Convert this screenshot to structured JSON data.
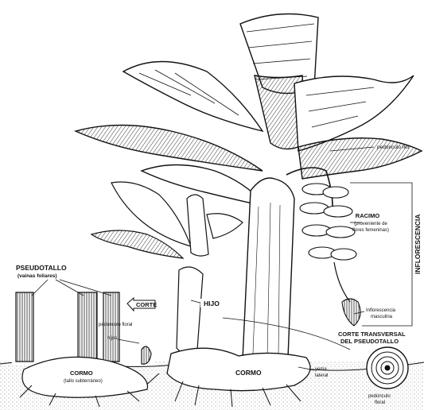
{
  "labels": {
    "pedunculo_flor": "pedúnculo flor",
    "racimo_line1": "RACIMO",
    "racimo_line2": "(proveniente de",
    "racimo_line3": "flores femeninas)",
    "inflorescencia_vertical": "INFLORESCENCIA",
    "inflo_masc_line1": "Inflorescencia",
    "inflo_masc_line2": "masculina",
    "corte_transversal_line1": "CORTE TRANSVERSAL",
    "corte_transversal_line2": "DEL PSEUDOTALLO",
    "pedunculo_floral_line1": "pedúnculo",
    "pedunculo_floral_line2": "floral",
    "yema_line1": "yema",
    "yema_line2": "lateral",
    "cormo_main": "CORMO",
    "hijo": "HIJO",
    "corte": "CORTE",
    "pseudotallo_line1": "PSEUDOTALLO",
    "pseudotallo_line2": "(vainas foliares)",
    "pedunculo_floral_inset": "pedúnculo floral",
    "hijos": "hijos",
    "cormo_inset_line1": "CORMO",
    "cormo_inset_line2": "(tallo subterráneo)"
  },
  "colors": {
    "ink": "#111111",
    "paper": "#ffffff",
    "soil": "#d9d9d9"
  }
}
